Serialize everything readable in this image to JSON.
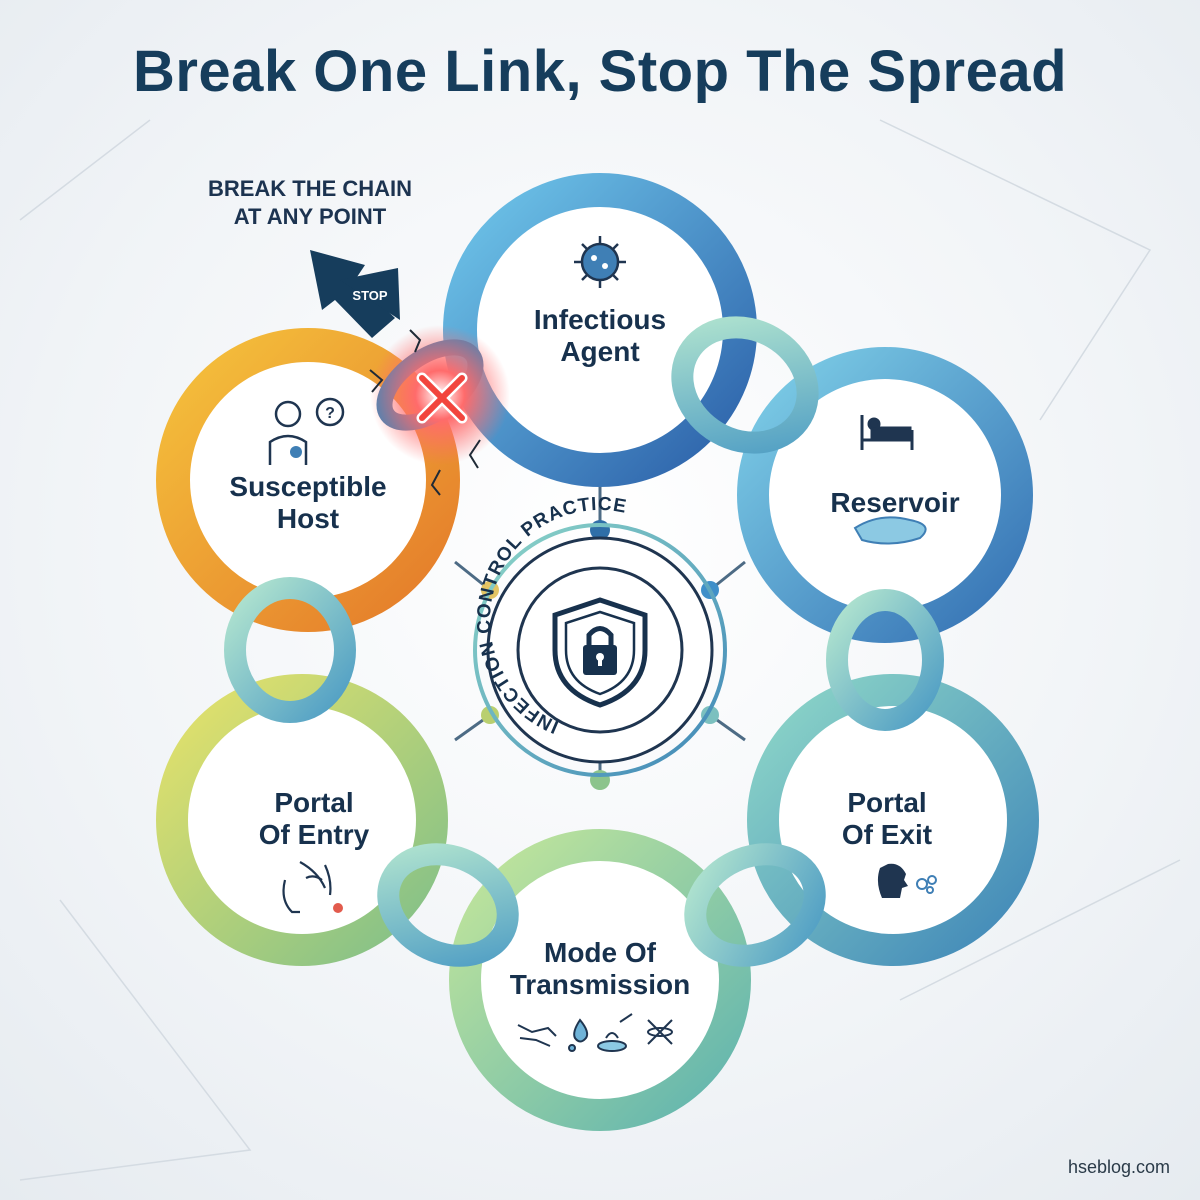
{
  "title": "Break One Link, Stop The Spread",
  "callout": {
    "line1": "BREAK THE CHAIN",
    "line2": "AT ANY POINT",
    "arrow_label": "STOP"
  },
  "center": {
    "ring_text": "INFECTION CONTROL PRACTICE",
    "icon": "shield-lock-icon"
  },
  "links": [
    {
      "id": "infectious-agent",
      "line1": "Infectious",
      "line2": "Agent",
      "icon": "virus-icon",
      "color": "#2f86c6"
    },
    {
      "id": "reservoir",
      "line1": "Reservoir",
      "line2": "",
      "icon": "bed-icon",
      "color": "#3f8fc9"
    },
    {
      "id": "portal-of-exit",
      "line1": "Portal",
      "line2": "Of Exit",
      "icon": "cough-icon",
      "color": "#4a9cc8"
    },
    {
      "id": "mode-of-transmission",
      "line1": "Mode Of",
      "line2": "Transmission",
      "icon": "transmission-icons",
      "color": "#8cc48c"
    },
    {
      "id": "portal-of-entry",
      "line1": "Portal",
      "line2": "Of Entry",
      "icon": "face-touch-icon",
      "color": "#c8cf5a"
    },
    {
      "id": "susceptible-host",
      "line1": "Susceptible",
      "line2": "Host",
      "icon": "person-question-icon",
      "color": "#f0a02c"
    }
  ],
  "footer": "hseblog.com"
}
